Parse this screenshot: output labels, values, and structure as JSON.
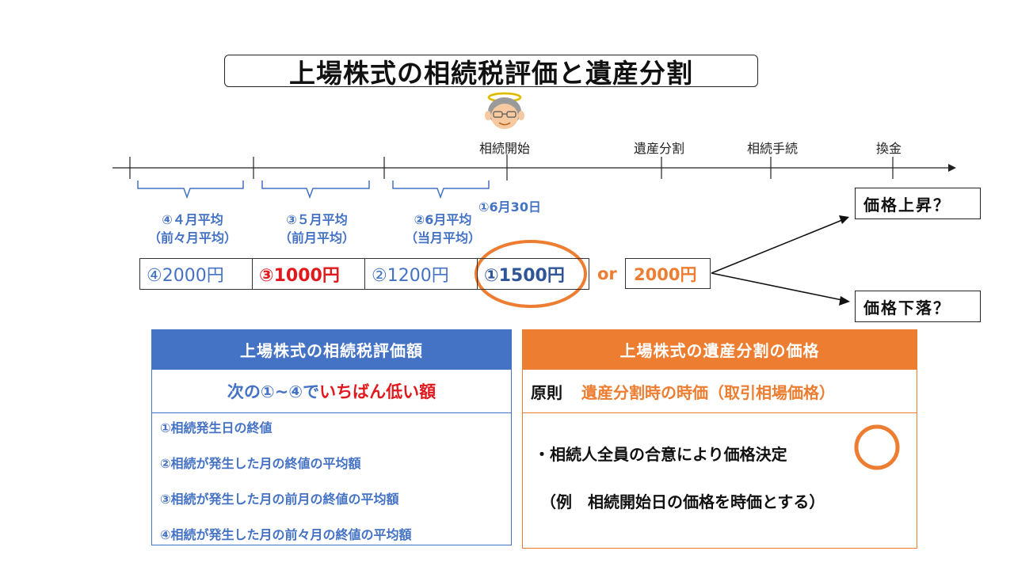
{
  "title": "上場株式の相続税評価と遺産分割",
  "timeline": {
    "labels": [
      "相続開始",
      "遺産分割",
      "相続手続",
      "換金"
    ],
    "date_label": "①6月30日",
    "periods": [
      {
        "line1": "④４月平均",
        "line2": "（前々月平均）"
      },
      {
        "line1": "③５月平均",
        "line2": "（前月平均）"
      },
      {
        "line1": "②6月平均",
        "line2": "（当月平均）"
      }
    ]
  },
  "values": {
    "v4": "④2000円",
    "v3": "③1000円",
    "v2": "②1200円",
    "v1": "①1500円",
    "or": "or",
    "alt": "2000円"
  },
  "outcomes": {
    "up": "価格上昇？",
    "down": "価格下落？"
  },
  "left_panel": {
    "header": "上場株式の相続税評価額",
    "rule_prefix": "次の①~④で",
    "rule_highlight": "いちばん低い額",
    "items": [
      "①相続発生日の終値",
      "②相続が発生した月の終値の平均額",
      "③相続が発生した月の前月の終値の平均額",
      "④相続が発生した月の前々月の終値の平均額"
    ]
  },
  "right_panel": {
    "header": "上場株式の遺産分割の価格",
    "principle_label": "原則",
    "principle_value": "遺産分割時の時価（取引相場価格）",
    "agreement": "・相続人全員の合意により価格決定",
    "example": "（例　相続開始日の価格を時価とする）"
  },
  "colors": {
    "blue": "#4472c4",
    "red": "#e0191e",
    "orange": "#ed7d31"
  }
}
